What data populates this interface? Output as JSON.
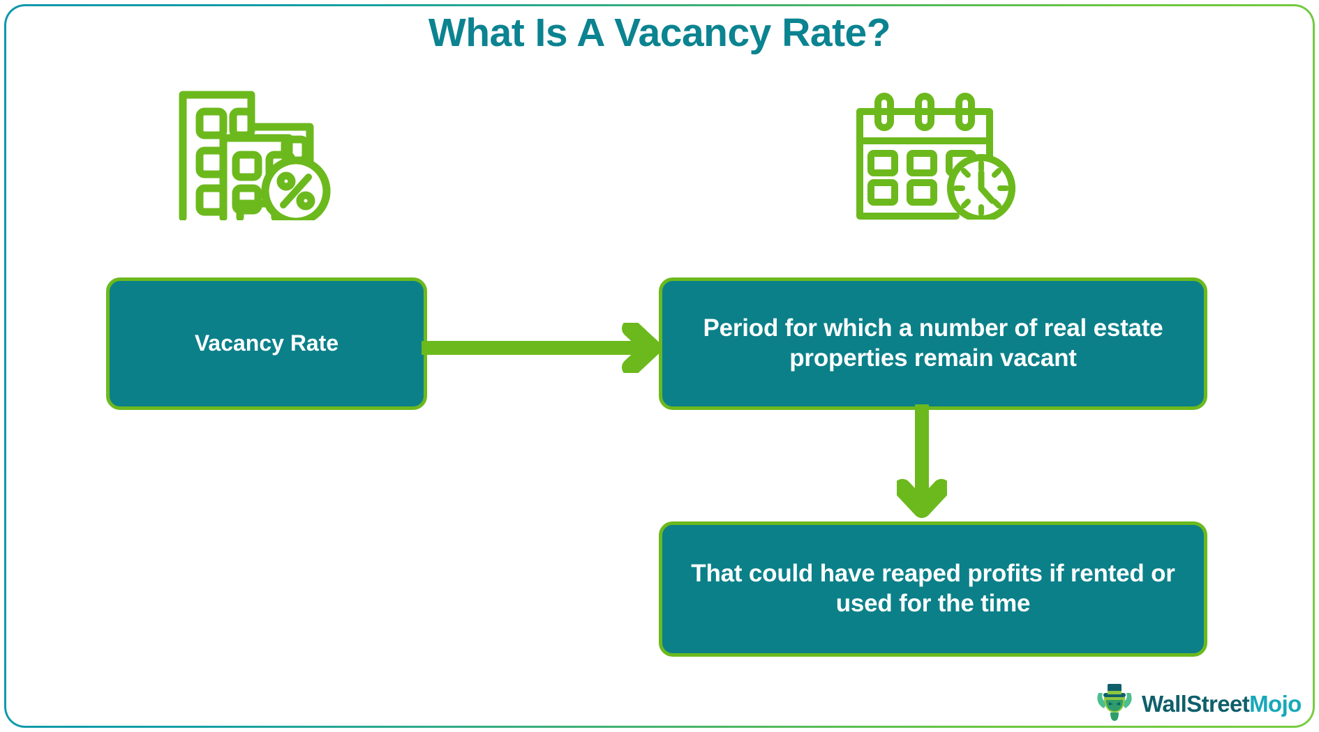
{
  "page": {
    "title": "What Is A Vacancy Rate?",
    "background_color": "#ffffff",
    "frame_gradient_from": "#0d96ae",
    "frame_gradient_to": "#76cc3f"
  },
  "colors": {
    "title_teal": "#0b8390",
    "box_fill_teal": "#0b8089",
    "box_border_green": "#6cb91d",
    "icon_green": "#6cb91d",
    "arrow_green": "#6cb91d",
    "box_text": "#ffffff"
  },
  "icons": [
    {
      "name": "buildings-percent-icon",
      "label": "Buildings with percent badge"
    },
    {
      "name": "calendar-clock-icon",
      "label": "Calendar with clock"
    }
  ],
  "diagram": {
    "nodes": [
      {
        "id": "vacancy-rate",
        "text": "Vacancy Rate"
      },
      {
        "id": "period",
        "text": "Period for which a number of real estate properties remain vacant"
      },
      {
        "id": "profits",
        "text": "That could have reaped profits if rented or used for the time"
      }
    ],
    "arrows": [
      {
        "id": "arrow-horizontal",
        "from": "vacancy-rate",
        "to": "period",
        "direction": "right"
      },
      {
        "id": "arrow-vertical",
        "from": "period",
        "to": "profits",
        "direction": "down"
      }
    ]
  },
  "logo": {
    "brand_part1": "WallStreet",
    "brand_part2": "Mojo",
    "mark": "bull-with-top-hat-icon"
  }
}
